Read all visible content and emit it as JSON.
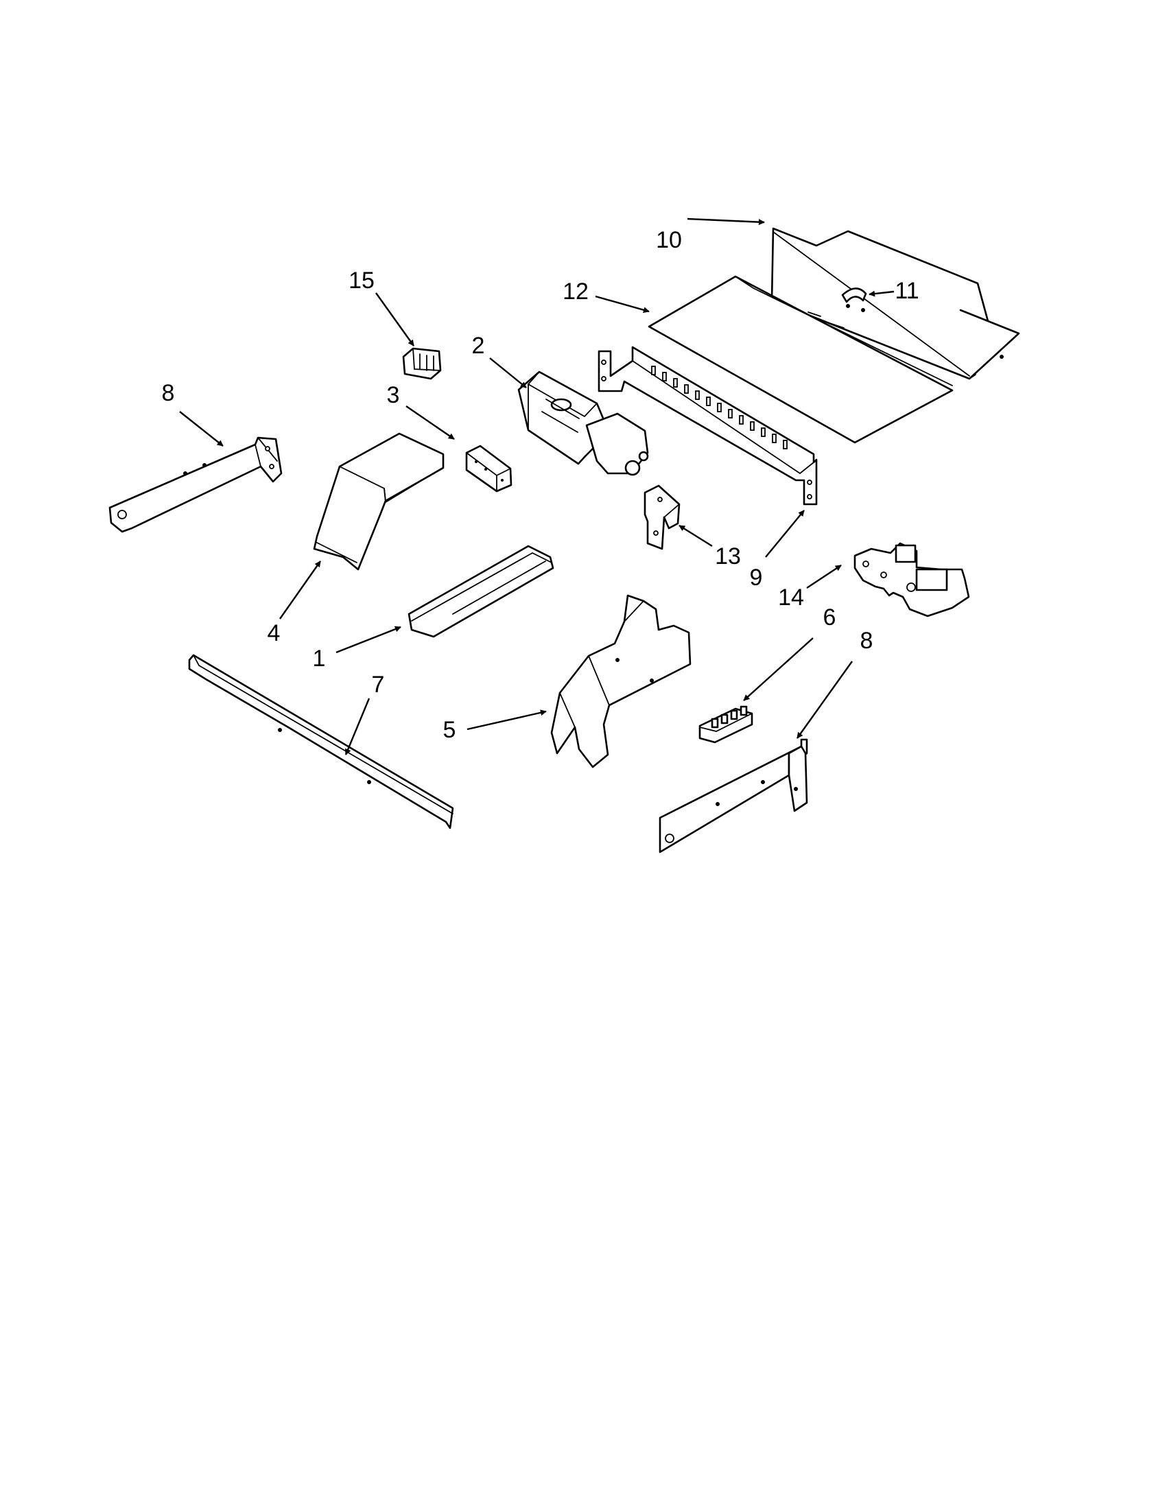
{
  "diagram": {
    "callouts": [
      {
        "id": "c1",
        "label": "1"
      },
      {
        "id": "c2",
        "label": "2"
      },
      {
        "id": "c3",
        "label": "3"
      },
      {
        "id": "c4",
        "label": "4"
      },
      {
        "id": "c5",
        "label": "5"
      },
      {
        "id": "c6",
        "label": "6"
      },
      {
        "id": "c7",
        "label": "7"
      },
      {
        "id": "c8a",
        "label": "8"
      },
      {
        "id": "c8b",
        "label": "8"
      },
      {
        "id": "c9",
        "label": "9"
      },
      {
        "id": "c10",
        "label": "10"
      },
      {
        "id": "c11",
        "label": "11"
      },
      {
        "id": "c12",
        "label": "12"
      },
      {
        "id": "c13",
        "label": "13"
      },
      {
        "id": "c14",
        "label": "14"
      },
      {
        "id": "c15",
        "label": "15"
      }
    ],
    "colors": {
      "line": "#000000",
      "background": "#ffffff"
    }
  }
}
